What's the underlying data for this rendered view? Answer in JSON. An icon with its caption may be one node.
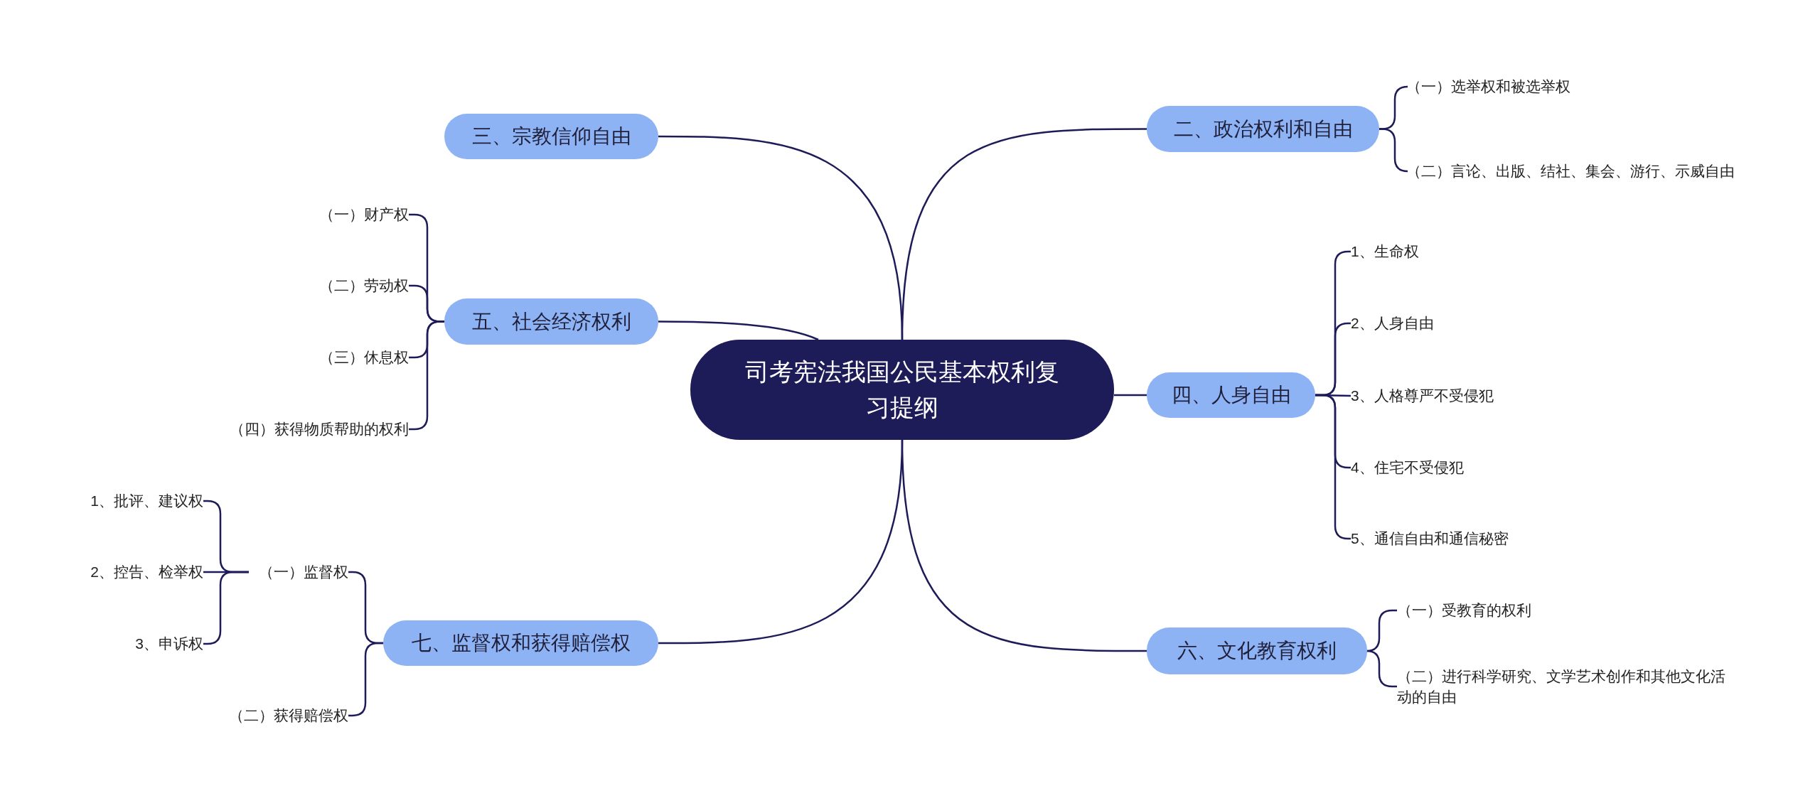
{
  "diagram": {
    "nodes": [
      {
        "text": [
          "司考宪法我国公民基本权利复习提纲"
        ]
      },
      {
        "text": [
          "二、政治权利和自由"
        ]
      },
      {
        "text": [
          "（一）选举权和被选举权"
        ]
      },
      {
        "text": [
          "（二）言论、出版、结社、集会、游行、示威自由"
        ]
      },
      {
        "text": [
          "四、人身自由"
        ]
      },
      {
        "text": [
          "1、生命权"
        ]
      },
      {
        "text": [
          "2、人身自由"
        ]
      },
      {
        "text": [
          "3、人格尊严不受侵犯"
        ]
      },
      {
        "text": [
          "4、住宅不受侵犯"
        ]
      },
      {
        "text": [
          "5、通信自由和通信秘密"
        ]
      },
      {
        "text": [
          "六、文化教育权利"
        ]
      },
      {
        "text": [
          "（一）受教育的权利"
        ]
      },
      {
        "text": [
          "（二）进行科学研究、文学艺术创作和其他文化活动的自由"
        ]
      },
      {
        "text": [
          "三、宗教信仰自由"
        ]
      },
      {
        "text": [
          "五、社会经济权利"
        ]
      },
      {
        "text": [
          "（一）财产权"
        ]
      },
      {
        "text": [
          "（二）劳动权"
        ]
      },
      {
        "text": [
          "（三）休息权"
        ]
      },
      {
        "text": [
          "（四）获得物质帮助的权利"
        ]
      },
      {
        "text": [
          "七、监督权和获得赔偿权"
        ]
      },
      {
        "text": [
          "（一）监督权"
        ]
      },
      {
        "text": [
          "（二）获得赔偿权"
        ]
      },
      {
        "text": [
          "1、批评、建议权"
        ]
      },
      {
        "text": [
          "2、控告、检举权"
        ]
      },
      {
        "text": [
          "3、申诉权"
        ]
      }
    ],
    "edges": [
      {
        "from": 0,
        "to": 1,
        "arrow": "none"
      },
      {
        "from": 0,
        "to": 4,
        "arrow": "none"
      },
      {
        "from": 0,
        "to": 10,
        "arrow": "none"
      },
      {
        "from": 0,
        "to": 13,
        "arrow": "none"
      },
      {
        "from": 0,
        "to": 14,
        "arrow": "none"
      },
      {
        "from": 0,
        "to": 19,
        "arrow": "none"
      },
      {
        "from": 1,
        "to": 2,
        "arrow": "none"
      },
      {
        "from": 1,
        "to": 3,
        "arrow": "none"
      },
      {
        "from": 4,
        "to": 5,
        "arrow": "none"
      },
      {
        "from": 4,
        "to": 6,
        "arrow": "none"
      },
      {
        "from": 4,
        "to": 7,
        "arrow": "none"
      },
      {
        "from": 4,
        "to": 8,
        "arrow": "none"
      },
      {
        "from": 4,
        "to": 9,
        "arrow": "none"
      },
      {
        "from": 10,
        "to": 11,
        "arrow": "none"
      },
      {
        "from": 10,
        "to": 12,
        "arrow": "none"
      },
      {
        "from": 14,
        "to": 15,
        "arrow": "none"
      },
      {
        "from": 14,
        "to": 16,
        "arrow": "none"
      },
      {
        "from": 14,
        "to": 17,
        "arrow": "none"
      },
      {
        "from": 14,
        "to": 18,
        "arrow": "none"
      },
      {
        "from": 19,
        "to": 20,
        "arrow": "none"
      },
      {
        "from": 19,
        "to": 21,
        "arrow": "none"
      },
      {
        "from": 20,
        "to": 22,
        "arrow": "none"
      },
      {
        "from": 20,
        "to": 23,
        "arrow": "none"
      },
      {
        "from": 20,
        "to": 24,
        "arrow": "none"
      }
    ]
  }
}
